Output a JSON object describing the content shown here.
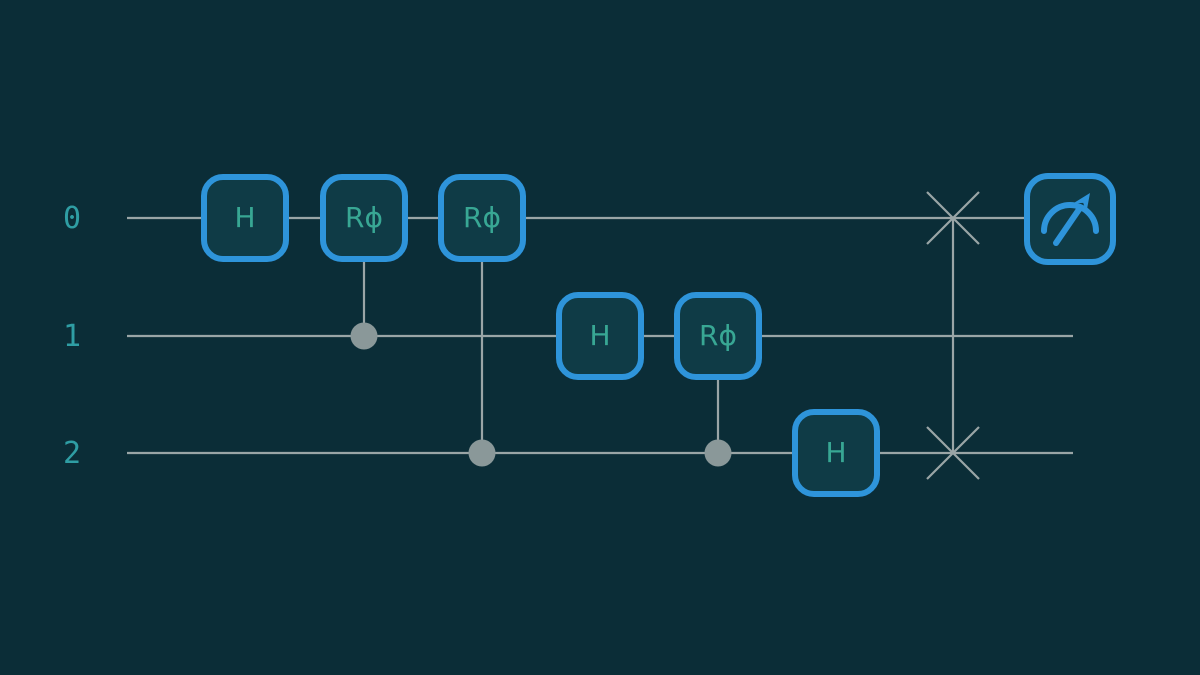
{
  "colors": {
    "background": "#0b2d37",
    "wire": "#9aa5a6",
    "control_dot": "#8a9899",
    "gate_border": "#2e94da",
    "gate_fill": "#0f3b46",
    "gate_label": "#38a794",
    "qubit_label": "#2f9ea4"
  },
  "circuit": {
    "qubits": [
      {
        "label": "0"
      },
      {
        "label": "1"
      },
      {
        "label": "2"
      }
    ],
    "gates": [
      {
        "label": "H",
        "qubit": 0
      },
      {
        "label": "Rϕ",
        "qubit": 0,
        "control_qubit": 1
      },
      {
        "label": "Rϕ",
        "qubit": 0,
        "control_qubit": 2
      },
      {
        "label": "H",
        "qubit": 1
      },
      {
        "label": "Rϕ",
        "qubit": 1,
        "control_qubit": 2
      },
      {
        "label": "H",
        "qubit": 2
      }
    ],
    "swap_gate": {
      "qubits": [
        0,
        2
      ]
    },
    "measurement": {
      "qubit": 0,
      "icon": "gauge-meter-icon"
    }
  }
}
